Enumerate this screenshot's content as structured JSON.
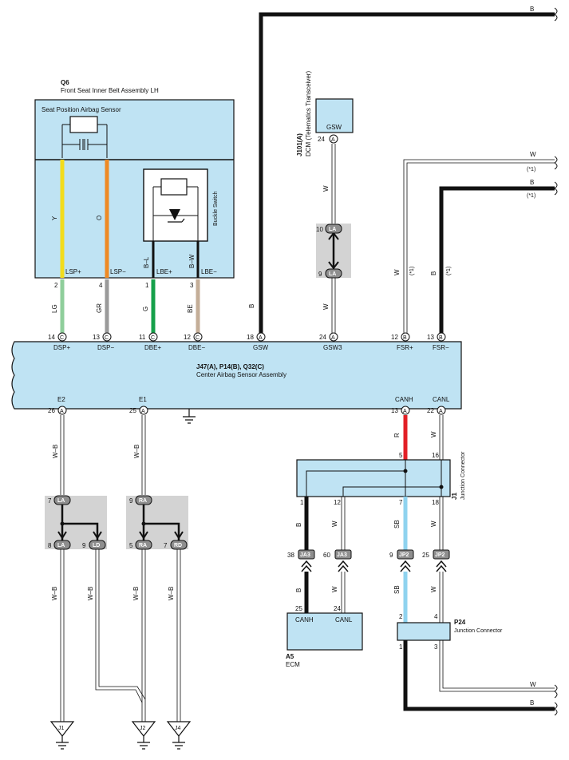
{
  "components": {
    "q6": {
      "ref": "Q6",
      "name": "Front Seat Inner Belt Assembly LH",
      "sensor_label": "Seat Position Airbag Sensor",
      "switch_label": "Buckle Switch",
      "pins": [
        {
          "num": "2",
          "name": "LSP+"
        },
        {
          "num": "4",
          "name": "LSP−"
        },
        {
          "num": "1",
          "name": "LBE+"
        },
        {
          "num": "3",
          "name": "LBE−"
        }
      ]
    },
    "j101": {
      "ref": "J101(A)",
      "name": "DCM (Telematics Transceiver)",
      "pin_name": "GSW",
      "pin_num": "24",
      "pin_conn": "A"
    },
    "center": {
      "ref": "J47(A), P14(B), Q32(C)",
      "name": "Center Airbag Sensor Assembly",
      "top_pins": [
        {
          "num": "14",
          "conn": "C",
          "name": "DSP+"
        },
        {
          "num": "13",
          "conn": "C",
          "name": "DSP−"
        },
        {
          "num": "11",
          "conn": "C",
          "name": "DBE+"
        },
        {
          "num": "12",
          "conn": "C",
          "name": "DBE−"
        },
        {
          "num": "18",
          "conn": "A",
          "name": "GSW"
        },
        {
          "num": "24",
          "conn": "A",
          "name": "GSW3"
        },
        {
          "num": "12",
          "conn": "B",
          "name": "FSR+"
        },
        {
          "num": "13",
          "conn": "B",
          "name": "FSR−"
        }
      ],
      "bottom_pins": [
        {
          "num": "26",
          "conn": "A",
          "name": "E2"
        },
        {
          "num": "25",
          "conn": "A",
          "name": "E1"
        },
        {
          "num": "13",
          "conn": "A",
          "name": "CANH"
        },
        {
          "num": "22",
          "conn": "A",
          "name": "CANL"
        }
      ]
    },
    "j1": {
      "ref": "J1",
      "name": "Junction Connector",
      "pins_top": [
        "5",
        "16"
      ],
      "pins_bottom": [
        "1",
        "12",
        "7",
        "18"
      ]
    },
    "a5": {
      "ref": "A5",
      "name": "ECM",
      "pins": [
        {
          "num": "25",
          "name": "CANH"
        },
        {
          "num": "24",
          "name": "CANL"
        }
      ]
    },
    "p24": {
      "ref": "P24",
      "name": "Junction Connector",
      "pins_top": [
        "2",
        "4"
      ],
      "pins_bottom": [
        "1",
        "3"
      ]
    }
  },
  "wire_colors": {
    "q6_upper": [
      "Y",
      "O",
      "B–L",
      "B–W"
    ],
    "q6_lower": [
      "LG",
      "GR",
      "G",
      "BE"
    ],
    "gsw": "B",
    "dcm_upper": "W",
    "dcm_lower": "W",
    "fsr_plus": "W",
    "fsr_minus": "B",
    "note": "(*1)",
    "e2": "W–B",
    "e1": "W–B",
    "canh": "R",
    "canl": "W",
    "j1_out": [
      "B",
      "W",
      "SB",
      "W"
    ],
    "ecm_in": [
      "B",
      "W"
    ],
    "p24_in": [
      "SB",
      "W"
    ],
    "ground_j1": "W–B",
    "ground_ld": "W–B",
    "ground_j2": "W–B",
    "ground_j4": "W–B",
    "right_edge": [
      "B",
      "W",
      "B",
      "W",
      "B"
    ]
  },
  "inline_connectors": {
    "la_dcm": {
      "name": "LA",
      "pins": [
        "10",
        "9"
      ]
    },
    "la_e2": {
      "name": "LA",
      "pin": "7"
    },
    "la_out": {
      "name": "LA",
      "pin": "8"
    },
    "ld_out": {
      "name": "LD",
      "pin": "9"
    },
    "ra_e1": {
      "name": "RA",
      "pin": "9"
    },
    "ra_out": {
      "name": "RA",
      "pin": "5"
    },
    "rd_out": {
      "name": "RD",
      "pin": "7"
    },
    "ja3_b": {
      "name": "JA3",
      "pin": "38"
    },
    "ja3_w": {
      "name": "JA3",
      "pin": "60"
    },
    "jp2_sb": {
      "name": "JP2",
      "pin": "9"
    },
    "jp2_w": {
      "name": "JP2",
      "pin": "25"
    }
  },
  "grounds": [
    "J1",
    "J2",
    "J4"
  ],
  "colors": {
    "Y": "#f2dc1c",
    "O": "#ee8a24",
    "LG": "#8fce9b",
    "GR": "#9a9a9a",
    "G": "#15a04a",
    "BE": "#c4ae98",
    "R": "#e21f26",
    "SB": "#8fd3ef",
    "B": "#111111",
    "component_fill": "#bfe3f3"
  }
}
